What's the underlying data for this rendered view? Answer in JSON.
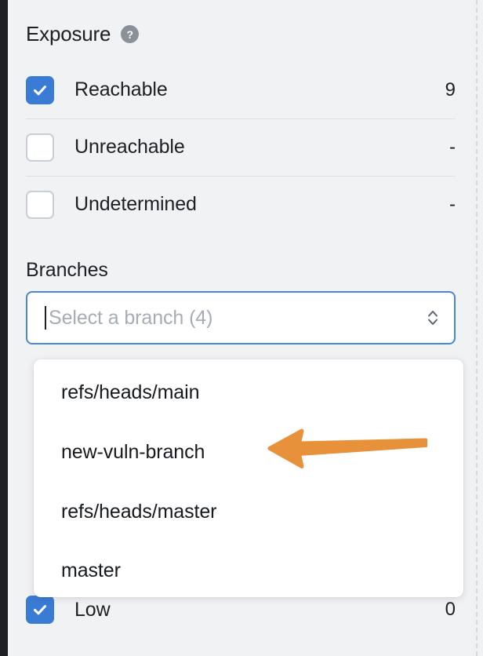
{
  "panel": {
    "background_color": "#f1f2f4",
    "rail_color": "#1d2125"
  },
  "exposure": {
    "title": "Exposure",
    "help_icon": "question-mark-circle-icon",
    "rows": [
      {
        "label": "Reachable",
        "value": "9",
        "checked": true
      },
      {
        "label": "Unreachable",
        "value": "-",
        "checked": false
      },
      {
        "label": "Undetermined",
        "value": "-",
        "checked": false
      }
    ]
  },
  "branches": {
    "label": "Branches",
    "placeholder": "Select a branch (4)",
    "value": "",
    "stepper_icon": "chevron-up-down-icon",
    "accent_color": "#4a86d8",
    "options": [
      {
        "label": "refs/heads/main"
      },
      {
        "label": "new-vuln-branch"
      },
      {
        "label": "refs/heads/master"
      },
      {
        "label": "master"
      }
    ]
  },
  "severity": {
    "rows": [
      {
        "label": "Low",
        "value": "0",
        "checked": true
      }
    ]
  },
  "annotation": {
    "type": "arrow-left",
    "color": "#e8913b",
    "points_to": "new-vuln-branch"
  }
}
